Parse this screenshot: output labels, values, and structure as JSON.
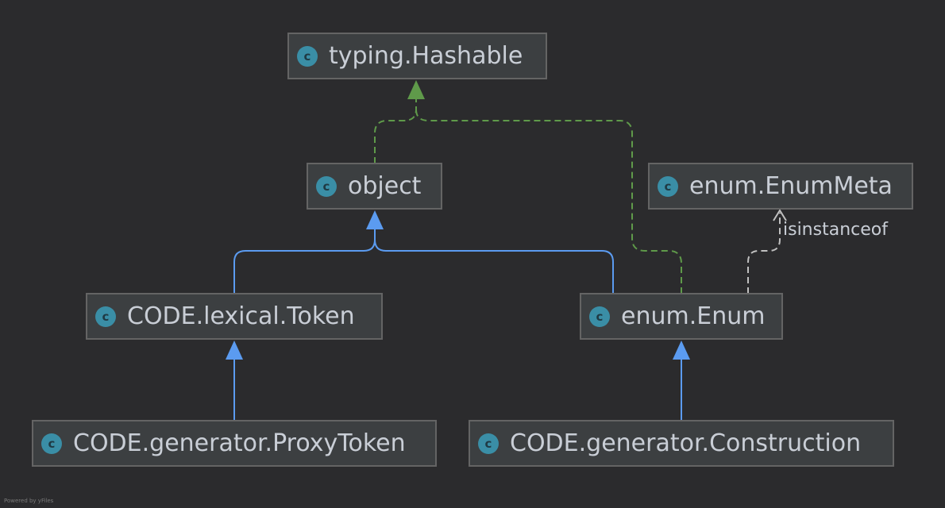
{
  "nodes": {
    "hashable": {
      "label": "typing.Hashable",
      "icon": "class-c-icon",
      "icon_letter": "c"
    },
    "object": {
      "label": "object",
      "icon": "class-c-icon",
      "icon_letter": "c"
    },
    "enummeta": {
      "label": "enum.EnumMeta",
      "icon": "class-c-icon",
      "icon_letter": "c"
    },
    "token": {
      "label": "CODE.lexical.Token",
      "icon": "class-c-icon",
      "icon_letter": "c"
    },
    "enum": {
      "label": "enum.Enum",
      "icon": "class-c-icon",
      "icon_letter": "c"
    },
    "proxytoken": {
      "label": "CODE.generator.ProxyToken",
      "icon": "class-c-icon",
      "icon_letter": "c"
    },
    "construction": {
      "label": "CODE.generator.Construction",
      "icon": "class-c-icon",
      "icon_letter": "c"
    }
  },
  "edges": {
    "isinstance_label": "isinstanceof"
  },
  "colors": {
    "background": "#2b2b2d",
    "node_fill": "#3c3f41",
    "node_border": "#646464",
    "text": "#c9ced6",
    "class_icon": "#3a8ea6",
    "inheritance_edge": "#5b9bf0",
    "implements_edge": "#5f9a4a",
    "dependency_edge": "#c0c0c0"
  },
  "footer": "Powered by yFiles"
}
